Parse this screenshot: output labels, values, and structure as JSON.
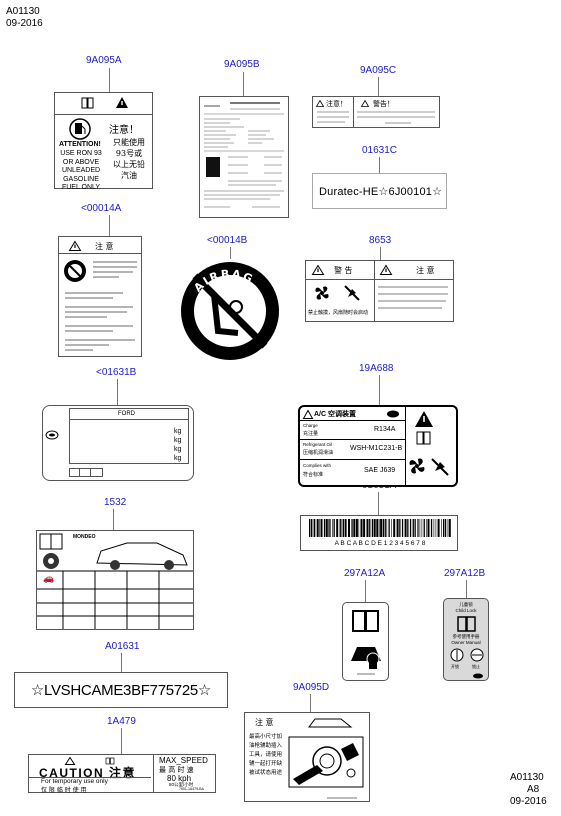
{
  "header": {
    "code": "A01130",
    "date": "09-2016"
  },
  "footer": {
    "code": "A01130",
    "page": "A8",
    "date": "09-2016"
  },
  "callouts": {
    "c9a095a": "9A095A",
    "c9a095b": "9A095B",
    "c9a095c": "9A095C",
    "c01631c": "01631C",
    "c00014a": "<00014A",
    "c00014b": "<00014B",
    "c8653": "8653",
    "c01631b": "<01631B",
    "c19a688": "19A688",
    "c1532": "1532",
    "c01631a": "<01631A",
    "c297a12a": "297A12A",
    "c297a12b": "297A12B",
    "ca01631": "A01631",
    "c9a095d": "9A095D",
    "c1a479": "1A479"
  },
  "label_9a095a": {
    "cn_attention": "注意！",
    "attention": "ATTENTION!",
    "en_lines": [
      "USE RON 93",
      "OR ABOVE",
      "UNLEADED",
      "GASOLINE",
      "FUEL ONLY"
    ],
    "cn_lines": [
      "只能使用",
      "93号或",
      "以上无铅",
      "汽油"
    ]
  },
  "label_9a095c": {
    "cn_note": "注意！",
    "cn_warning": "警告！"
  },
  "label_01631c": {
    "text": "Duratec-HE☆6J00101☆"
  },
  "label_00014a": {
    "title": "注  意"
  },
  "label_00014b": {
    "text": "AIRBAG"
  },
  "label_8653": {
    "warning": "警  告",
    "note": "注  意",
    "bottom_left": "禁止触摸，风扇随时会启动"
  },
  "label_01631b": {
    "brand": "FORD",
    "units": [
      "kg",
      "kg",
      "kg",
      "kg"
    ]
  },
  "label_19a688": {
    "title": "A/C  空调装置",
    "rows": [
      {
        "label": "Charge",
        "label_cn": "充注量",
        "value": "R134A"
      },
      {
        "label": "Refrigerant Oil",
        "label_cn": "压缩机润滑油",
        "value": "WSH-M1C231-B"
      },
      {
        "label": "Complies with",
        "label_cn": "符合标准",
        "value": "SAE J639"
      }
    ]
  },
  "label_1532": {
    "model": "MONDEO"
  },
  "label_01631a": {
    "text": "A B C A B C D E 1 2 3 4 5 6 7 8"
  },
  "label_297a12b": {
    "lines": [
      "儿童锁",
      "Child Lock",
      "参考使用手册",
      "Owner Manual",
      "开锁",
      "锁止"
    ]
  },
  "label_a01631": {
    "text": "☆LVSHCAME3BF775725☆"
  },
  "label_9a095d": {
    "title": "注  意",
    "lines": [
      "最高小尺寸加",
      "油枪辅助插入",
      "工具，请使用",
      "辅一起打开缺",
      "被试状态用途"
    ]
  },
  "label_1a479": {
    "caution": "CAUTION 注意",
    "temp_en": "For temporary use only",
    "temp_cn": "仅 限 临 时 使 用",
    "max_speed_en": "MAX_SPEED",
    "max_speed_cn": "最 高 时 速",
    "speed": "80  kph",
    "speed_cn": "80公里/小时",
    "part": "7601-1A479-BA"
  }
}
